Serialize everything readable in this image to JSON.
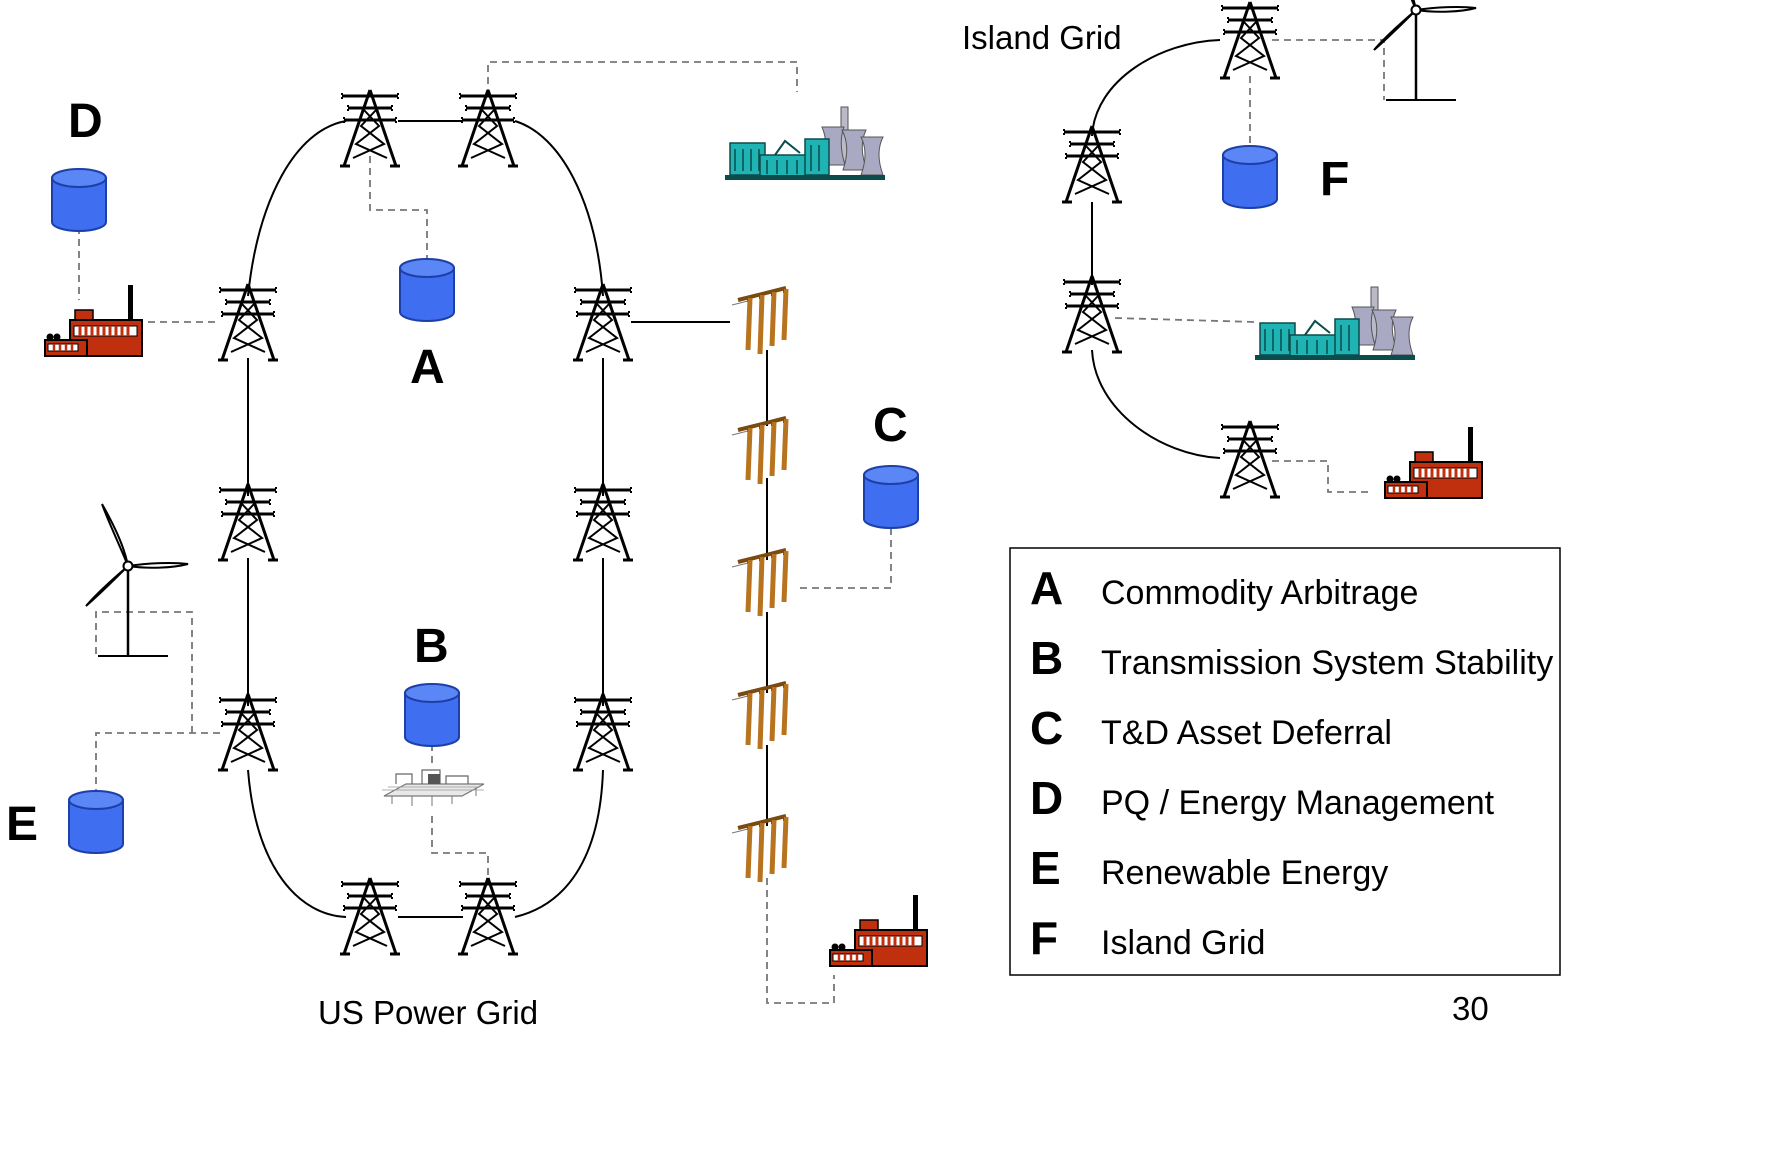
{
  "labels": {
    "island_grid_title": "Island Grid",
    "us_power_grid": "US Power Grid",
    "page_number": "30",
    "site_a": "A",
    "site_b": "B",
    "site_c": "C",
    "site_d": "D",
    "site_e": "E",
    "site_f": "F"
  },
  "legend": {
    "items": [
      {
        "letter": "A",
        "text": "Commodity Arbitrage"
      },
      {
        "letter": "B",
        "text": "Transmission System Stability"
      },
      {
        "letter": "C",
        "text": "T&D Asset Deferral"
      },
      {
        "letter": "D",
        "text": "PQ / Energy Management"
      },
      {
        "letter": "E",
        "text": "Renewable Energy"
      },
      {
        "letter": "F",
        "text": "Island Grid"
      }
    ]
  },
  "colors": {
    "storage_blue": "#3f6ff0",
    "storage_stroke": "#1d3fa8",
    "factory_red": "#c0300f",
    "plant_teal": "#1fb3b3",
    "pole_brown": "#b8731f"
  }
}
